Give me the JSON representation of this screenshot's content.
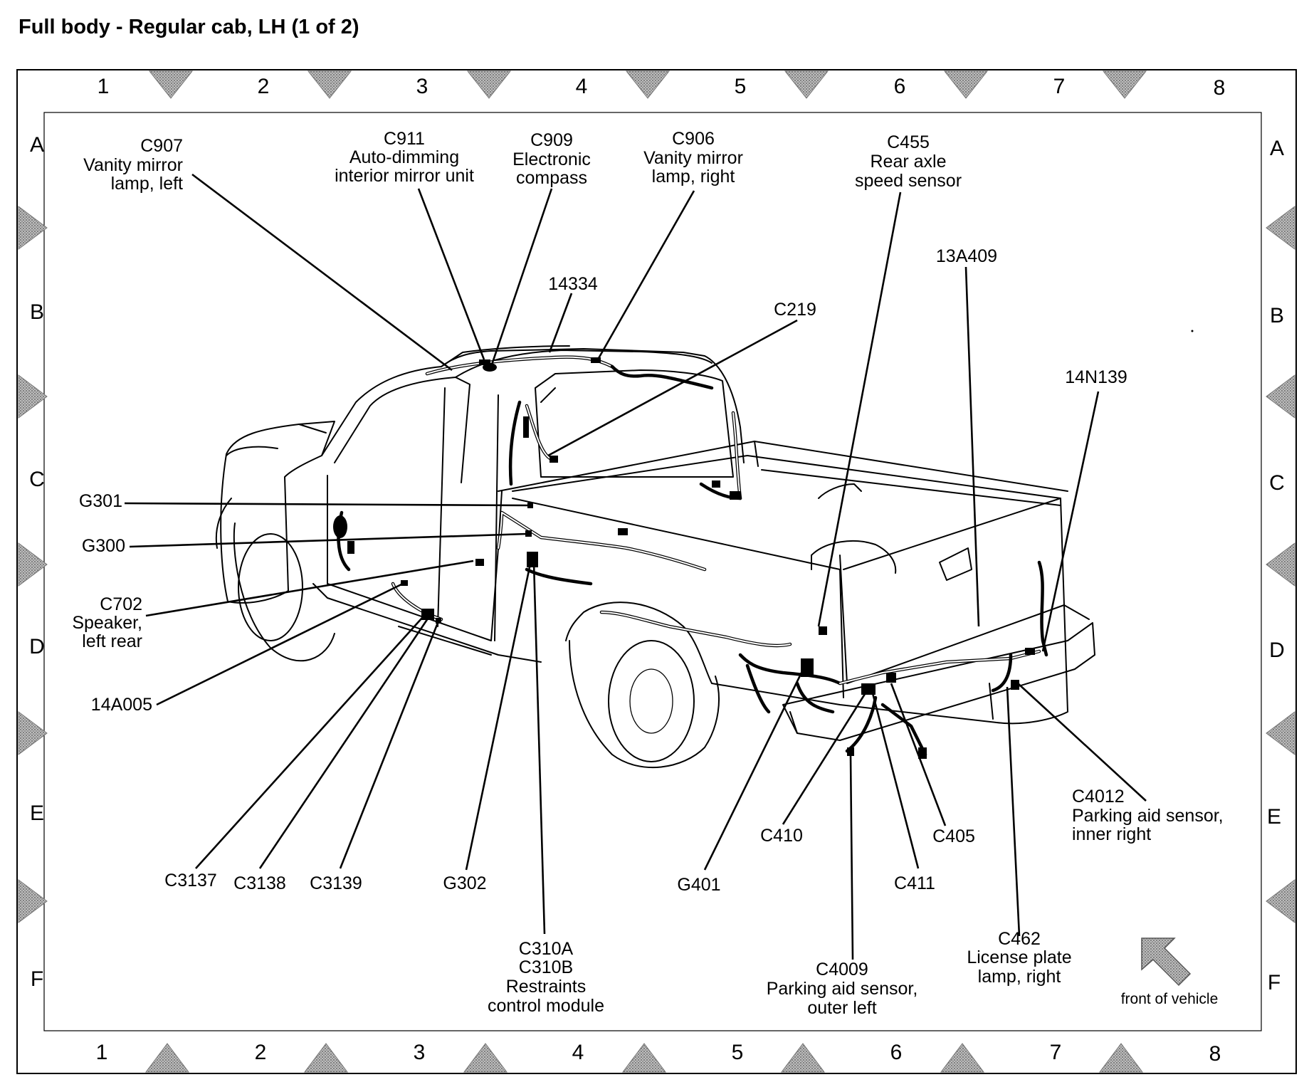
{
  "title": "Full body - Regular cab, LH (1 of 2)",
  "grid": {
    "columns": [
      "1",
      "2",
      "3",
      "4",
      "5",
      "6",
      "7",
      "8"
    ],
    "rows": [
      "A",
      "B",
      "C",
      "D",
      "E",
      "F"
    ]
  },
  "callouts": {
    "c907": {
      "code": "C907",
      "line1": "Vanity mirror",
      "line2": "lamp, left"
    },
    "c911": {
      "code": "C911",
      "line1": "Auto-dimming",
      "line2": "interior mirror unit"
    },
    "c909": {
      "code": "C909",
      "line1": "Electronic",
      "line2": "compass"
    },
    "c906": {
      "code": "C906",
      "line1": "Vanity mirror",
      "line2": "lamp, right"
    },
    "c455": {
      "code": "C455",
      "line1": "Rear axle",
      "line2": "speed sensor"
    },
    "h14334": {
      "code": "14334"
    },
    "c219": {
      "code": "C219"
    },
    "h13a409": {
      "code": "13A409"
    },
    "h14n139": {
      "code": "14N139"
    },
    "g301": {
      "code": "G301"
    },
    "g300": {
      "code": "G300"
    },
    "c702": {
      "code": "C702",
      "line1": "Speaker,",
      "line2": "left rear"
    },
    "h14a005": {
      "code": "14A005"
    },
    "c3137": {
      "code": "C3137"
    },
    "c3138": {
      "code": "C3138"
    },
    "c3139": {
      "code": "C3139"
    },
    "g302": {
      "code": "G302"
    },
    "c310": {
      "code": "C310A",
      "line1": "C310B",
      "line2": "Restraints",
      "line3": "control module"
    },
    "g401": {
      "code": "G401"
    },
    "c410": {
      "code": "C410"
    },
    "c405": {
      "code": "C405"
    },
    "c411": {
      "code": "C411"
    },
    "c4009": {
      "code": "C4009",
      "line1": "Parking aid sensor,",
      "line2": "outer left"
    },
    "c462": {
      "code": "C462",
      "line1": "License plate",
      "line2": "lamp, right"
    },
    "c4012": {
      "code": "C4012",
      "line1": "Parking aid sensor,",
      "line2": "inner right"
    }
  },
  "front_indicator": {
    "label": "front of vehicle"
  }
}
